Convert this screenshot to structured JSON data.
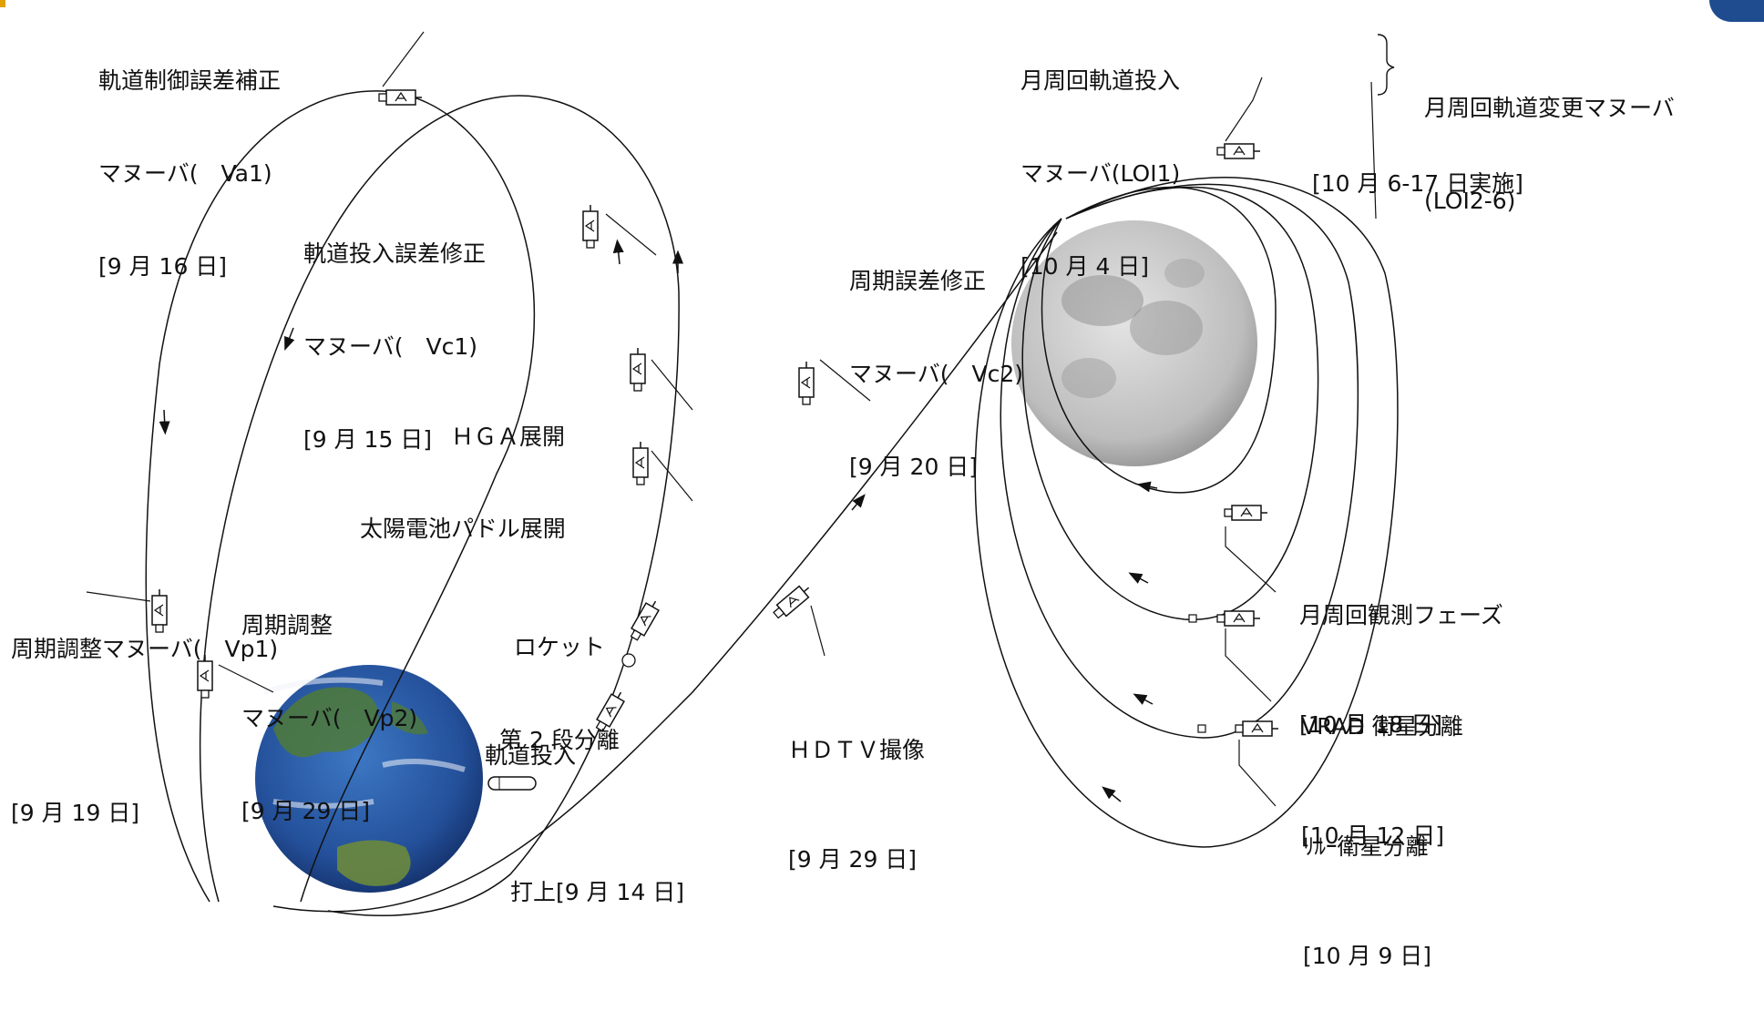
{
  "labels": {
    "va1": [
      "軌道制御誤差補正",
      "マヌーバ(　Va1)",
      "[9 月 16 日]"
    ],
    "vc1": [
      "軌道投入誤差修正",
      "マヌーバ(　Vc1)",
      "[9 月 15 日]"
    ],
    "hga": "ＨＧＡ展開",
    "paddle": "太陽電池パドル展開",
    "rocket": [
      "ロケット",
      "第 2 段分離"
    ],
    "injection": "軌道投入",
    "launch": "打上[9 月 14 日]",
    "vp1": [
      "周期調整マヌーバ(　Vp1)",
      "[9 月 19 日]"
    ],
    "vp2": [
      "周期調整",
      "マヌーバ(　Vp2)",
      "[9 月 29 日]"
    ],
    "vc2": [
      "周期誤差修正",
      "マヌーバ(　Vc2)",
      "[9 月 20 日]"
    ],
    "hdtv": [
      "ＨＤＴＶ撮像",
      "[9 月 29 日]"
    ],
    "loi1": [
      "月周回軌道投入",
      "マヌーバ(LOI1)",
      "[10 月 4 日]"
    ],
    "loi26": [
      "月周回軌道変更マヌーバ",
      "(LOI2-6)"
    ],
    "loi26_date": "[10 月 6-17 日実施]",
    "observe": [
      "月周回観測フェーズ",
      "[10 月 18 日]"
    ],
    "vrad": [
      "VRAD 衛星分離",
      "[10 月 12 日]"
    ],
    "relay": [
      "ﾘﾙｰ衛星分離",
      "[10 月 9 日]"
    ]
  },
  "colors": {
    "line": "#111111",
    "earth_ocean": "#2f5fa8",
    "earth_land": "#4f7a38",
    "moon": "#c9c9c9"
  }
}
